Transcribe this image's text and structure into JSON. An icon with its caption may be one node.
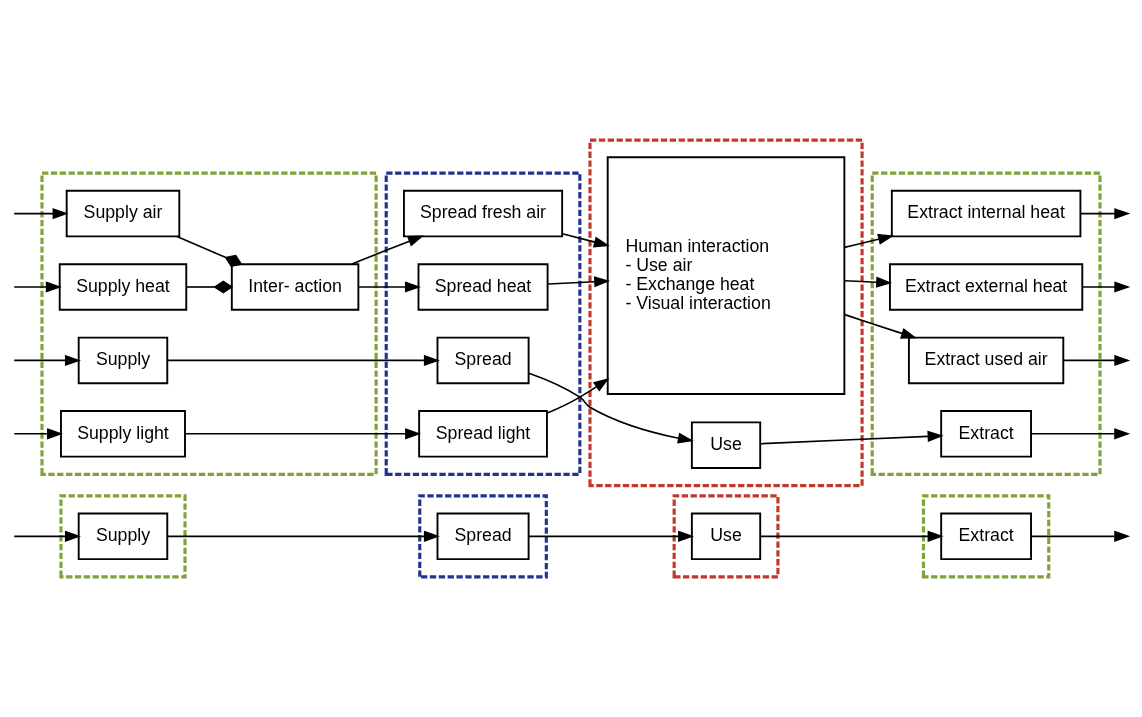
{
  "diagram": {
    "nodes": [
      {
        "text": [],
        "shape": "box"
      },
      {
        "text": [],
        "shape": "box"
      },
      {
        "text": [],
        "shape": "box"
      },
      {
        "text": [],
        "shape": "box"
      },
      {
        "text": [
          "Supply"
        ],
        "in": 0
      },
      {
        "text": [
          "Spread"
        ],
        "in": 1
      },
      {
        "text": [
          "Use"
        ],
        "in": 2
      },
      {
        "text": [
          "Extract"
        ],
        "in": 3
      },
      {
        "text": [],
        "shape": "box"
      },
      {
        "text": [],
        "shape": "box"
      },
      {
        "text": [],
        "shape": "box"
      },
      {
        "text": [],
        "shape": "box"
      },
      {
        "text": [
          "Supply"
        ],
        "in": 8
      },
      {
        "text": [
          "Spread"
        ],
        "in": 9
      },
      {
        "text": [
          "Use"
        ],
        "in": 10
      },
      {
        "text": [
          "Extract"
        ],
        "in": 11
      },
      {
        "text": [
          "Supply air"
        ],
        "in": 8
      },
      {
        "text": [
          "Inter- action"
        ],
        "in": 8
      },
      {
        "text": [
          "Supply heat"
        ],
        "in": 8
      },
      {
        "text": [
          "Supply light"
        ],
        "in": 8
      },
      {
        "text": [
          "Spread fresh air"
        ],
        "in": 9
      },
      {
        "text": [
          "Spread heat"
        ],
        "in": 9
      },
      {
        "text": [
          "Spread light"
        ],
        "in": 9
      },
      {
        "text": [
          "Human interaction",
          "- Use air",
          "- Exchange heat",
          "- Visual interaction"
        ],
        "in": 10
      },
      {
        "text": [
          "Extract used air"
        ],
        "in": 11
      },
      {
        "text": [
          "Extract internal heat"
        ],
        "in": 11
      },
      {
        "text": [
          "Extract external heat"
        ],
        "in": 11
      }
    ],
    "edges": [
      {
        "from": null,
        "to": 4,
        "arrow": "to"
      },
      {
        "from": 4,
        "to": 5,
        "arrow": "to"
      },
      {
        "from": 5,
        "to": 6,
        "arrow": "to"
      },
      {
        "from": 6,
        "to": 7,
        "arrow": "to"
      },
      {
        "from": 7,
        "to": null,
        "arrow": "to"
      },
      {
        "from": null,
        "to": 12,
        "arrow": "to"
      },
      {
        "from": 12,
        "to": 13,
        "arrow": "to"
      },
      {
        "from": 13,
        "to": 14,
        "arrow": "to"
      },
      {
        "from": 14,
        "to": 15,
        "arrow": "to"
      },
      {
        "from": 15,
        "to": null,
        "arrow": "to"
      },
      {
        "from": null,
        "to": 16,
        "arrow": "to"
      },
      {
        "from": null,
        "to": 18,
        "arrow": "to"
      },
      {
        "from": null,
        "to": 19,
        "arrow": "to"
      },
      {
        "from": 16,
        "to": 17,
        "arrow": "other"
      },
      {
        "from": 18,
        "to": 17,
        "arrow": "other"
      },
      {
        "from": 17,
        "to": 20,
        "arrow": "to"
      },
      {
        "from": 17,
        "to": 21,
        "arrow": "to"
      },
      {
        "from": 19,
        "to": 22,
        "arrow": "to"
      },
      {
        "from": 20,
        "to": 23,
        "arrow": "to"
      },
      {
        "from": 21,
        "to": 23,
        "arrow": "to"
      },
      {
        "from": 22,
        "to": 23,
        "arrow": "to"
      },
      {
        "from": 23,
        "to": 24,
        "arrow": "to"
      },
      {
        "from": 23,
        "to": 25,
        "arrow": "to"
      },
      {
        "from": 23,
        "to": 26,
        "arrow": "to"
      },
      {
        "from": 24,
        "to": null,
        "arrow": "to"
      },
      {
        "from": 25,
        "to": null,
        "arrow": "to"
      },
      {
        "from": 26,
        "to": null,
        "arrow": "to"
      }
    ]
  }
}
